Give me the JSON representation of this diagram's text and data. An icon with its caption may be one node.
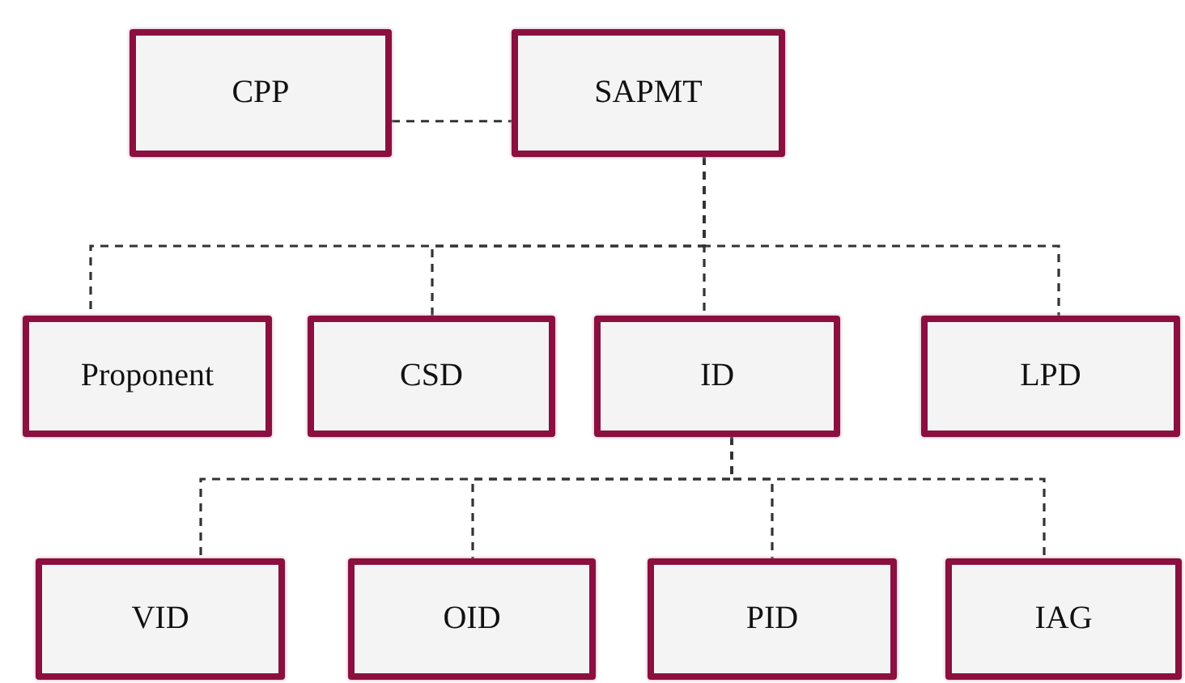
{
  "diagram": {
    "nodes": [
      {
        "text": [
          "CPP"
        ]
      },
      {
        "text": [
          "SAPMT"
        ]
      },
      {
        "text": [
          "Proponent"
        ]
      },
      {
        "text": [
          "CSD"
        ]
      },
      {
        "text": [
          "ID"
        ]
      },
      {
        "text": [
          "LPD"
        ]
      },
      {
        "text": [
          "VID"
        ]
      },
      {
        "text": [
          "OID"
        ]
      },
      {
        "text": [
          "PID"
        ]
      },
      {
        "text": [
          "IAG"
        ]
      }
    ],
    "edges": [
      {
        "from": 0,
        "to": 1,
        "arrow": "none",
        "style": "dashed"
      },
      {
        "from": 1,
        "to": 2,
        "arrow": "none",
        "style": "dashed"
      },
      {
        "from": 1,
        "to": 3,
        "arrow": "none",
        "style": "dashed"
      },
      {
        "from": 1,
        "to": 4,
        "arrow": "none",
        "style": "dashed"
      },
      {
        "from": 1,
        "to": 5,
        "arrow": "none",
        "style": "dashed"
      },
      {
        "from": 4,
        "to": 6,
        "arrow": "none",
        "style": "dashed"
      },
      {
        "from": 4,
        "to": 7,
        "arrow": "none",
        "style": "dashed"
      },
      {
        "from": 4,
        "to": 8,
        "arrow": "none",
        "style": "dashed"
      },
      {
        "from": 4,
        "to": 9,
        "arrow": "none",
        "style": "dashed"
      }
    ]
  }
}
